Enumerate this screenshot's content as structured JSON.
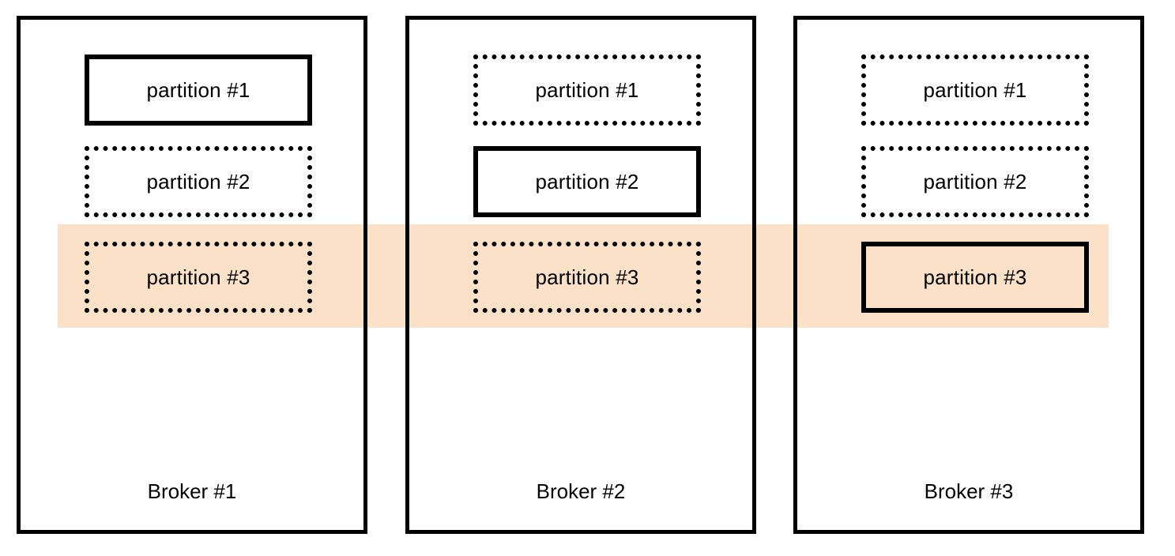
{
  "highlight_color": "#fbe1c8",
  "brokers": [
    {
      "label": "Broker #1",
      "partitions": [
        {
          "label": "partition #1",
          "role": "leader"
        },
        {
          "label": "partition #2",
          "role": "follower"
        },
        {
          "label": "partition #3",
          "role": "follower"
        }
      ]
    },
    {
      "label": "Broker #2",
      "partitions": [
        {
          "label": "partition #1",
          "role": "follower"
        },
        {
          "label": "partition #2",
          "role": "leader"
        },
        {
          "label": "partition #3",
          "role": "follower"
        }
      ]
    },
    {
      "label": "Broker #3",
      "partitions": [
        {
          "label": "partition #1",
          "role": "follower"
        },
        {
          "label": "partition #2",
          "role": "follower"
        },
        {
          "label": "partition #3",
          "role": "leader"
        }
      ]
    }
  ]
}
